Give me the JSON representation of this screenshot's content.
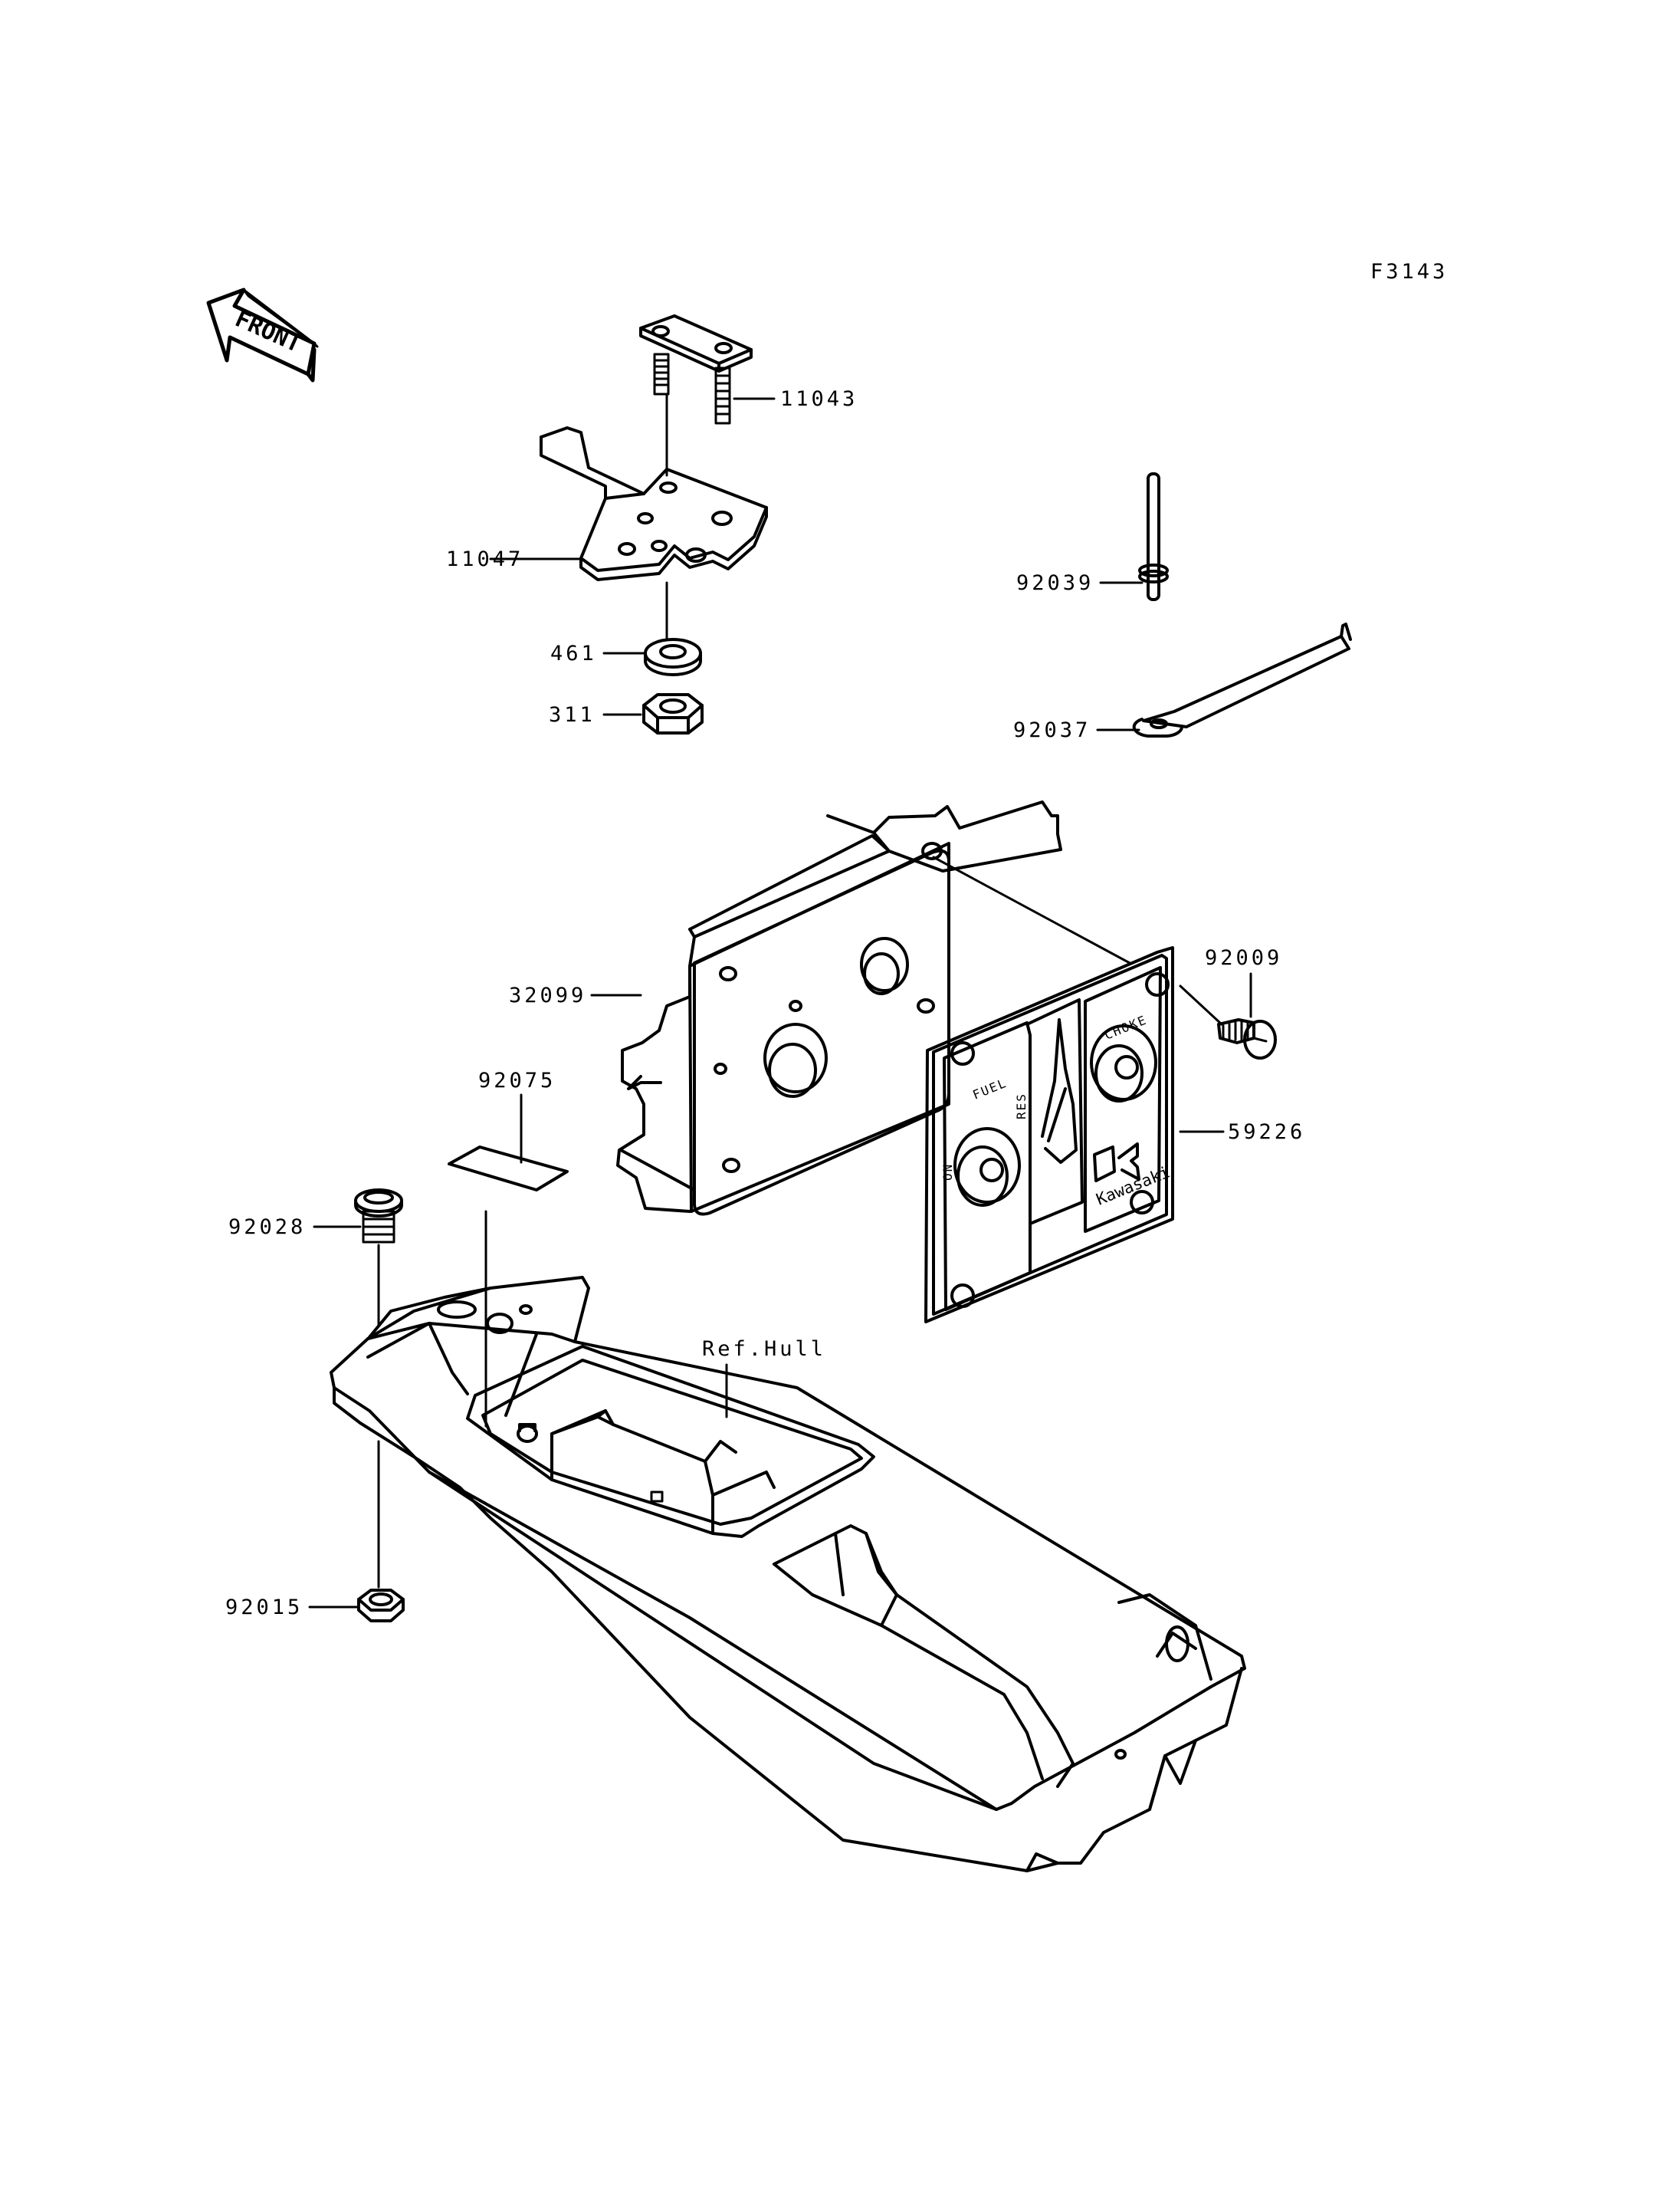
{
  "figure_id": "F3143",
  "front_arrow_text": "FRONT",
  "callouts": {
    "p11043": "11043",
    "p11047": "11047",
    "p461": "461",
    "p311": "311",
    "p92039": "92039",
    "p92037": "92037",
    "p32099": "32099",
    "p92009": "92009",
    "p59226": "59226",
    "p92075": "92075",
    "p92028": "92028",
    "p92015": "92015",
    "ref_hull": "Ref.Hull"
  },
  "panel_markings": {
    "fuel": "FUEL",
    "on": "ON",
    "res": "RES",
    "choke": "CHOKE",
    "brand": "Kawasaki"
  }
}
